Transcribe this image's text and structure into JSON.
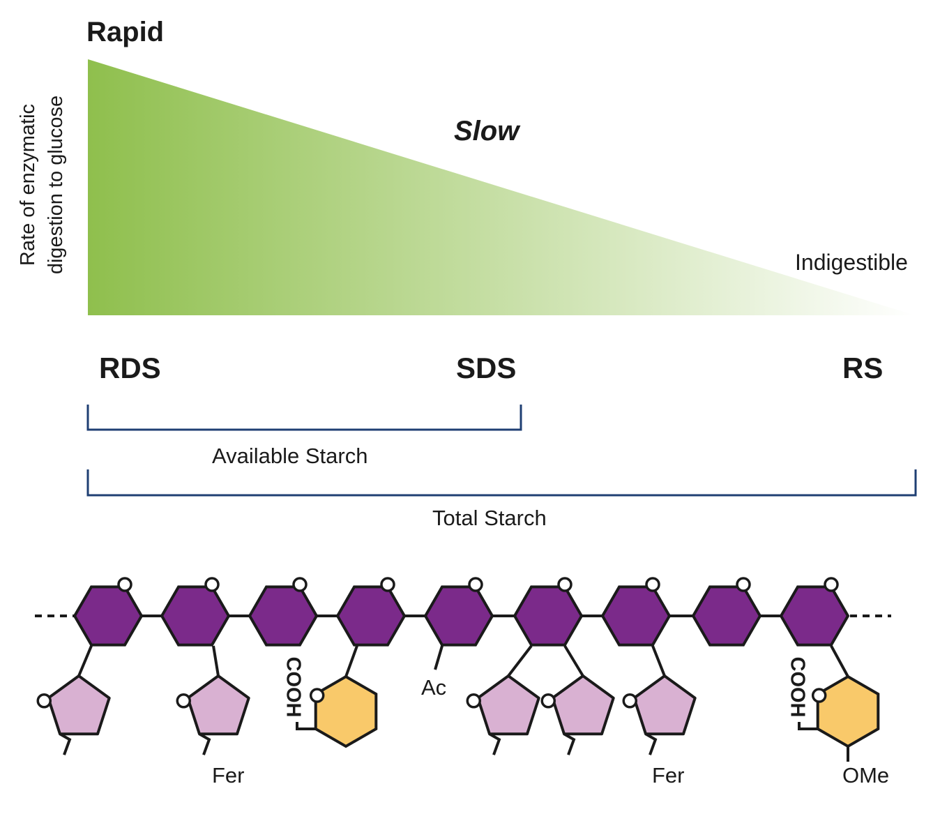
{
  "gradient": {
    "label_top": "Rapid",
    "label_mid": "Slow",
    "label_end": "Indigestible",
    "y_axis_line1": "Rate of enzymatic",
    "y_axis_line2": "digestion to glucose",
    "color_start": "#8fbf4d",
    "color_end": "#ffffff"
  },
  "categories": {
    "rds": "RDS",
    "sds": "SDS",
    "rs": "RS"
  },
  "brackets": {
    "available": "Available Starch",
    "total": "Total Starch",
    "color": "#1f3f73"
  },
  "molecule": {
    "backbone_color": "#7b2a8a",
    "pentose_color": "#d9b1d2",
    "uronic_color": "#f9c96a",
    "labels": {
      "fer1": "Fer",
      "fer2": "Fer",
      "cooh1": "COOH",
      "cooh2": "COOH",
      "ac": "Ac",
      "ome": "OMe"
    }
  }
}
